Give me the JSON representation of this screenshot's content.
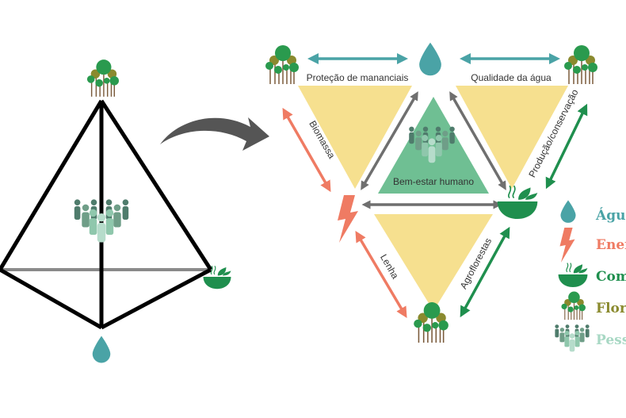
{
  "colors": {
    "water": "#4aa3a6",
    "energy": "#ef7b63",
    "food": "#1f8f4e",
    "forest_green": "#2a9a4e",
    "forest_olive": "#8a8a2e",
    "forest_trunk": "#7a5a3a",
    "people_dark": "#4f7c6c",
    "people_light": "#8fc7ac",
    "people_legend_text": "#a8d8c4",
    "yellow_triangle": "#f6e08f",
    "green_triangle": "#6fbf93",
    "gray_arrow": "#6f6f6f",
    "black_edge": "#000000",
    "hidden_edge": "#8a8a8a",
    "curved_arrow": "#555555"
  },
  "left_diagram": {
    "name": "tetrahedron",
    "vertices": {
      "top": "forest-icon",
      "center": "people-icon",
      "right": "food-icon",
      "bottom": "water-icon"
    }
  },
  "transition": {
    "icon": "curved-arrow-icon"
  },
  "right_diagram": {
    "center_label": "Bem-estar humano",
    "nodes": {
      "top_left": "forest-icon",
      "top_center": "water-icon",
      "top_right": "forest-icon",
      "middle_left": "energy-icon",
      "middle_right": "food-icon",
      "bottom": "forest-icon"
    },
    "links": [
      {
        "id": "protecao",
        "label": "Proteção de mananciais",
        "color": "water"
      },
      {
        "id": "qualidade",
        "label": "Qualidade da água",
        "color": "water"
      },
      {
        "id": "biomassa",
        "label": "Biomassa",
        "color": "energy"
      },
      {
        "id": "producao",
        "label": "Produção/conservação",
        "color": "food"
      },
      {
        "id": "lenha",
        "label": "Lenha",
        "color": "energy"
      },
      {
        "id": "agroflorestas",
        "label": "Agroflorestas",
        "color": "food"
      }
    ]
  },
  "legend": {
    "items": [
      {
        "icon": "water-icon",
        "label": "Água"
      },
      {
        "icon": "energy-icon",
        "label": "Energia"
      },
      {
        "icon": "food-icon",
        "label": "Comida"
      },
      {
        "icon": "forest-icon",
        "label": "Floresta"
      },
      {
        "icon": "people-icon",
        "label": "Pessoas"
      }
    ]
  }
}
